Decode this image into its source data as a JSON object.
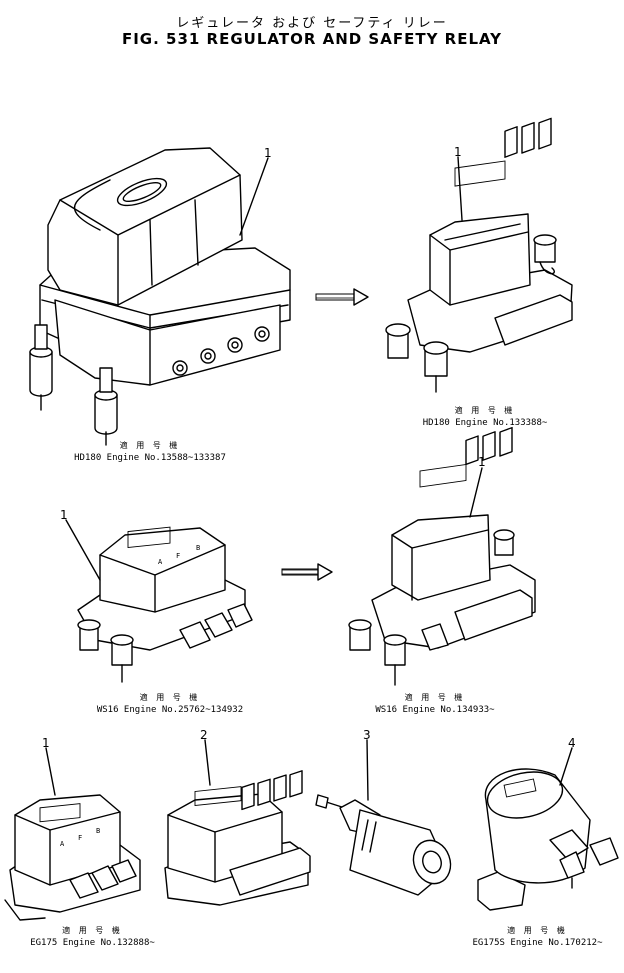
{
  "header": {
    "title_jp": "レギュレータ および セーフティ リレー",
    "title": "FIG. 531  REGULATOR AND SAFETY RELAY"
  },
  "captions": [
    {
      "jp": "適 用 号 機",
      "text": "HD180  Engine  No.13588~133387"
    },
    {
      "jp": "適 用 号 機",
      "text": "HD180  Engine  No.133388~"
    },
    {
      "jp": "適 用 号 機",
      "text": "WS16  Engine  No.25762~134932"
    },
    {
      "jp": "適 用 号 機",
      "text": "WS16  Engine  No.134933~"
    },
    {
      "jp": "適 用 号 機",
      "text": "EG175  Engine  No.132888~"
    },
    {
      "jp": "適 用 号 機",
      "text": "EG175S  Engine  No.170212~"
    }
  ],
  "part_numbers": [
    "1",
    "1",
    "1",
    "1",
    "1",
    "2",
    "3",
    "4"
  ],
  "terminal_letters": [
    "A",
    "F",
    "B"
  ]
}
